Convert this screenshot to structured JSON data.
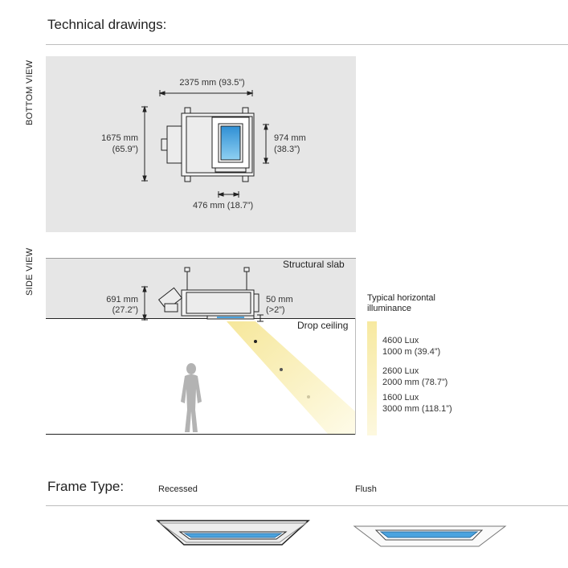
{
  "header": {
    "title": "Technical drawings:"
  },
  "bottom_view": {
    "label": "BOTTOM VIEW",
    "width_dim": "2375 mm (93.5”)",
    "height_dim_mm": "1675 mm",
    "height_dim_in": "(65.9”)",
    "inner_dim_mm": "974 mm",
    "inner_dim_in": "(38.3”)",
    "offset_dim": "476 mm (18.7”)"
  },
  "side_view": {
    "label": "SIDE VIEW",
    "structural_slab": "Structural slab",
    "drop_ceiling": "Drop ceiling",
    "height_dim_mm": "691 mm",
    "height_dim_in": "(27.2”)",
    "gap_dim_mm": "50 mm",
    "gap_dim_in": "(>2”)"
  },
  "illuminance": {
    "title_line1": "Typical horizontal",
    "title_line2": "illuminance",
    "items": [
      {
        "lux": "4600 Lux",
        "distance": "1000 m (39.4”)"
      },
      {
        "lux": "2600 Lux",
        "distance": "2000 mm (78.7”)"
      },
      {
        "lux": "1600 Lux",
        "distance": "3000 mm (118.1”)"
      }
    ]
  },
  "frame_type": {
    "title": "Frame Type:",
    "options": [
      {
        "label": "Recessed"
      },
      {
        "label": "Flush"
      }
    ]
  },
  "colors": {
    "panel_gray": "#e6e6e6",
    "line": "#222222",
    "skylight_blue": "#4aa3df",
    "beam_yellow": "#fbf3c3"
  }
}
